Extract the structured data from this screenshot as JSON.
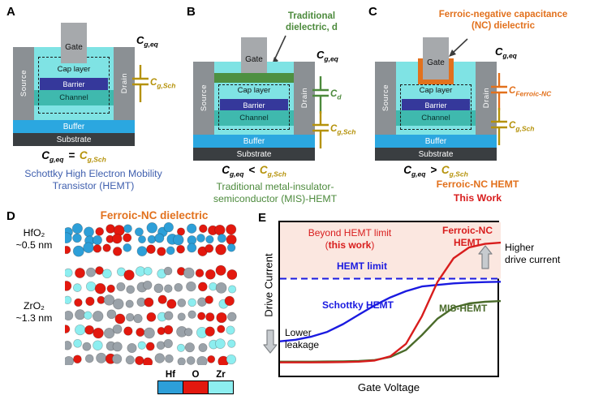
{
  "colors": {
    "schottky_caption": "#3f5fae",
    "mis_caption": "#4c8a3c",
    "ferroic_orange": "#e2711d",
    "this_work_red": "#d81d1d",
    "eq_yellow": "#b5920a"
  },
  "device": {
    "gate": "Gate",
    "source": "Source",
    "drain": "Drain",
    "cap_layer": "Cap layer",
    "barrier": "Barrier",
    "channel": "Channel",
    "buffer": "Buffer",
    "substrate": "Substrate"
  },
  "panels": {
    "a": {
      "label": "A",
      "cg_eq": {
        "c": "C",
        "sub": "g,eq"
      },
      "capacitors": [
        {
          "c": "C",
          "sub": "g,Sch",
          "color": "#b5920a"
        }
      ],
      "equation": {
        "lhs": {
          "c": "C",
          "sub": "g,eq"
        },
        "op": "=",
        "rhs": {
          "c": "C",
          "sub": "g,Sch"
        }
      },
      "caption": "Schottky High Electron Mobility Transistor (HEMT)"
    },
    "b": {
      "label": "B",
      "dielectric_label": "Traditional dielectric, d",
      "cg_eq": {
        "c": "C",
        "sub": "g,eq"
      },
      "capacitors": [
        {
          "c": "C",
          "sub": "d",
          "color": "#4c8a3c"
        },
        {
          "c": "C",
          "sub": "g,Sch",
          "color": "#b5920a"
        }
      ],
      "equation": {
        "lhs": {
          "c": "C",
          "sub": "g,eq"
        },
        "op": "<",
        "rhs": {
          "c": "C",
          "sub": "g,Sch"
        }
      },
      "caption": "Traditional metal-insulator-semiconductor (MIS)-HEMT"
    },
    "c": {
      "label": "C",
      "dielectric_label": "Ferroic-negative capacitance (NC) dielectric",
      "cg_eq": {
        "c": "C",
        "sub": "g,eq"
      },
      "capacitors": [
        {
          "c": "C",
          "sub": "Ferroic-NC",
          "color": "#e2711d"
        },
        {
          "c": "C",
          "sub": "g,Sch",
          "color": "#b5920a"
        }
      ],
      "equation": {
        "lhs": {
          "c": "C",
          "sub": "g,eq"
        },
        "op": ">",
        "rhs": {
          "c": "C",
          "sub": "g,Sch"
        }
      },
      "caption": "Ferroic-NC HEMT",
      "caption2": "This Work"
    },
    "d": {
      "label": "D",
      "title": "Ferroic-NC dielectric",
      "layer1": {
        "name": "HfO₂",
        "thickness": "~0.5 nm"
      },
      "layer2": {
        "name": "ZrO₂",
        "thickness": "~1.3 nm"
      },
      "atom_colors": {
        "hf": "#2d9fd8",
        "o": "#e3180e",
        "zr": "#8deef0",
        "lattice_gray": "#9aa2a9"
      },
      "legend": [
        {
          "name": "Hf",
          "color": "#2d9fd8"
        },
        {
          "name": "O",
          "color": "#e3180e"
        },
        {
          "name": "Zr",
          "color": "#8deef0"
        }
      ]
    },
    "e": {
      "label": "E",
      "beyond_pre": "Beyond HEMT limit (",
      "beyond_bold": "this work",
      "beyond_post": ")",
      "hemt_limit_label": "HEMT limit",
      "higher_label_1": "Higher",
      "higher_label_2": "drive current",
      "lower_label_1": "Lower",
      "lower_label_2": "leakage"
    }
  },
  "chart_data": {
    "type": "line",
    "xlabel": "Gate Voltage",
    "ylabel": "Drive Current",
    "x": [
      0,
      0.071,
      0.143,
      0.214,
      0.286,
      0.357,
      0.429,
      0.5,
      0.571,
      0.643,
      0.714,
      0.786,
      0.857,
      0.929,
      1
    ],
    "series": [
      {
        "name": "Schottky HEMT",
        "color": "#1a1ae0",
        "y": [
          0.24,
          0.25,
          0.27,
          0.3,
          0.35,
          0.41,
          0.47,
          0.52,
          0.56,
          0.59,
          0.6,
          0.61,
          0.615,
          0.618,
          0.62
        ]
      },
      {
        "name": "MIS-HEMT",
        "color": "#4a6b2a",
        "y": [
          0.11,
          0.11,
          0.11,
          0.111,
          0.112,
          0.114,
          0.12,
          0.14,
          0.185,
          0.28,
          0.385,
          0.455,
          0.482,
          0.492,
          0.497
        ]
      },
      {
        "name": "Ferroic-NC HEMT",
        "color": "#d81d1d",
        "y": [
          0.105,
          0.105,
          0.105,
          0.106,
          0.107,
          0.11,
          0.117,
          0.144,
          0.224,
          0.4,
          0.62,
          0.77,
          0.84,
          0.862,
          0.87
        ]
      }
    ],
    "hemt_limit": 0.64,
    "hemt_limit_color": "#1a1ae0",
    "region_color": "#fbe7e0",
    "region_label": "Beyond HEMT limit (this work)",
    "legend_position": "inline-annotations",
    "grid": false
  }
}
